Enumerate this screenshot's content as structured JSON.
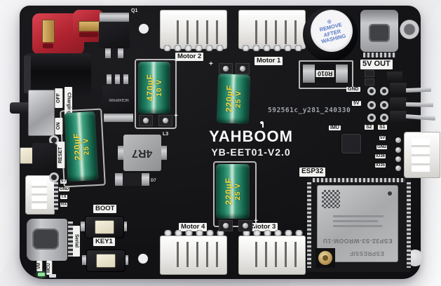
{
  "board": {
    "logo_text": "YAHBOOM",
    "model_text": "YB-EET01-V2.0",
    "batch_code": "592561c_y281_240330",
    "silk": {
      "motor1": "Motor 1",
      "motor2": "Motor 2",
      "motor3": "Motor 3",
      "motor4": "Motor 4",
      "usb_out": "5V OUT",
      "esp32": "ESP32",
      "imu": "IMU",
      "boot": "BOOT",
      "key1": "KEY1",
      "serial": "Serial",
      "reset": "RESET",
      "off": "OFF",
      "on": "ON",
      "charging": "Charging",
      "s2": "S2",
      "s1": "S1",
      "vm": "VM",
      "mcu": "MCU",
      "q1": "Q1",
      "l3": "L3",
      "d7": "D7",
      "gnd": "GND",
      "v5": "5V",
      "plus": "+"
    },
    "io_header": [
      "5V",
      "GND",
      "IO36",
      "IO35"
    ],
    "serial_header": [
      "5V",
      "GND",
      "TX",
      "RX"
    ],
    "buzzer_sticker": {
      "mark": "⊕",
      "lines": [
        "REMOVE",
        "AFTER",
        "WASHING"
      ]
    },
    "components": {
      "shunt": "R010",
      "inductor": "4R7",
      "mosfet_marking": "NCE40P40K",
      "cap470": {
        "value": "470µF",
        "voltage": "10 V"
      },
      "cap220": {
        "value": "220µF",
        "voltage": "25 V"
      }
    },
    "esp32_module": {
      "model": "ESP32-S3-WROOM-1U",
      "vendor": "ESPRESSIF"
    },
    "colors": {
      "pcb_black": "#141416",
      "silk_white": "#f2f2f0",
      "cap_green": "#1d7a5e",
      "cap_text_yellow": "#f2dc3f",
      "tplug_red": "#b5242f",
      "sticker_blue": "#5a79c4",
      "metal_silver": "#b9bbbd"
    }
  }
}
